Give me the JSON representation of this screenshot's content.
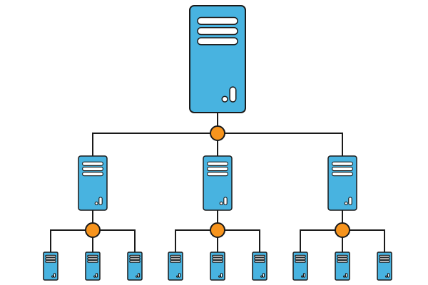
{
  "colors": {
    "server_fill": "#48b3e0",
    "outline": "#1a1a1a",
    "slot_fill": "#ffffff",
    "hub_fill": "#f7941d",
    "connector": "#1a1a1a",
    "background": "#ffffff"
  },
  "icons": {
    "server": "server-icon",
    "hub": "hub-node-icon"
  },
  "hierarchy": {
    "root": {
      "name": "root-server",
      "children": [
        {
          "name": "left-server",
          "children": [
            "left-leaf-1",
            "left-leaf-2",
            "left-leaf-3"
          ]
        },
        {
          "name": "middle-server",
          "children": [
            "middle-leaf-1",
            "middle-leaf-2",
            "middle-leaf-3"
          ]
        },
        {
          "name": "right-server",
          "children": [
            "right-leaf-1",
            "right-leaf-2",
            "right-leaf-3"
          ]
        }
      ]
    }
  }
}
